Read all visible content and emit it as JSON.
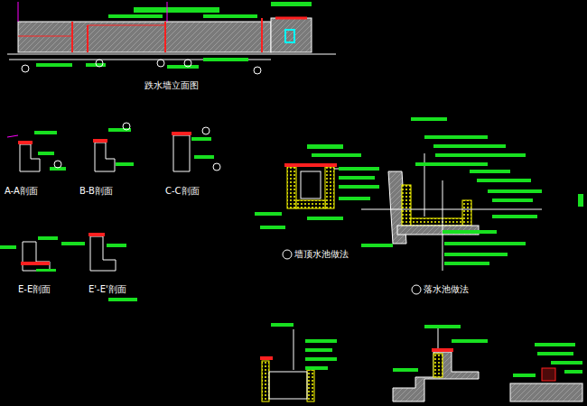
{
  "diagram": {
    "labels": [
      "跌水墙立面图",
      "A-A剖面",
      "B-B剖面",
      "C-C剖面",
      "E-E剖面",
      "E'-E'剖面",
      "墙顶水池做法",
      "落水池做法"
    ]
  }
}
